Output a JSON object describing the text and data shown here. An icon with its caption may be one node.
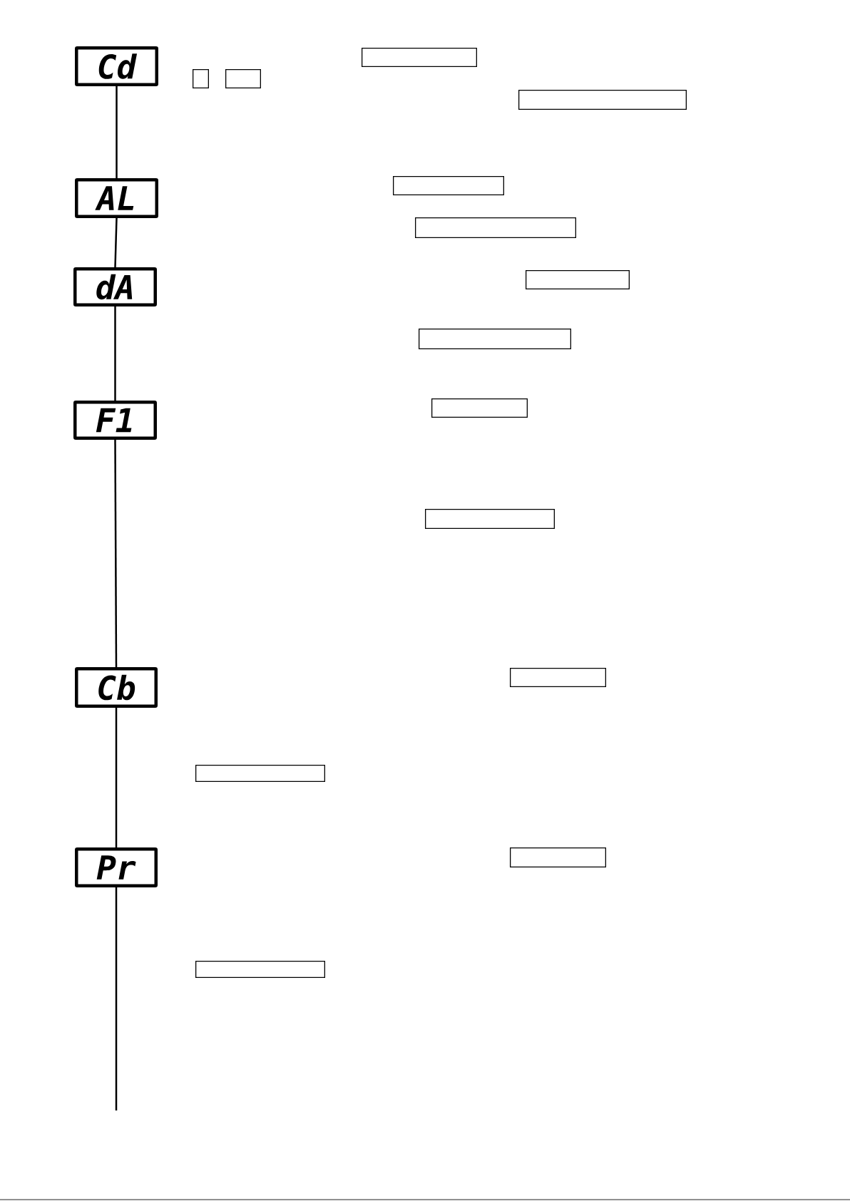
{
  "diagram": {
    "nodes": [
      {
        "text": [
          "Cd"
        ]
      },
      {
        "text": [],
        "shape": "box"
      },
      {
        "text": [],
        "shape": "box"
      },
      {
        "text": [],
        "shape": "box"
      },
      {
        "text": [],
        "shape": "box"
      },
      {
        "text": [
          "AL"
        ]
      },
      {
        "text": [],
        "shape": "box"
      },
      {
        "text": [],
        "shape": "box"
      },
      {
        "text": [
          "dA"
        ]
      },
      {
        "text": [],
        "shape": "box"
      },
      {
        "text": [],
        "shape": "box"
      },
      {
        "text": [
          "F1"
        ]
      },
      {
        "text": [],
        "shape": "box"
      },
      {
        "text": [],
        "shape": "box"
      },
      {
        "text": [
          "Cb"
        ]
      },
      {
        "text": [],
        "shape": "box"
      },
      {
        "text": [],
        "shape": "box"
      },
      {
        "text": [
          "Pr"
        ]
      },
      {
        "text": [],
        "shape": "box"
      },
      {
        "text": [],
        "shape": "box"
      }
    ],
    "edges": [
      {
        "from": 0,
        "to": 5,
        "arrow": "none"
      },
      {
        "from": 5,
        "to": 8,
        "arrow": "none"
      },
      {
        "from": 8,
        "to": 11,
        "arrow": "none"
      },
      {
        "from": 11,
        "to": 14,
        "arrow": "none"
      },
      {
        "from": 14,
        "to": 17,
        "arrow": "none"
      },
      {
        "from": 17,
        "to": null,
        "arrow": "none"
      }
    ]
  }
}
